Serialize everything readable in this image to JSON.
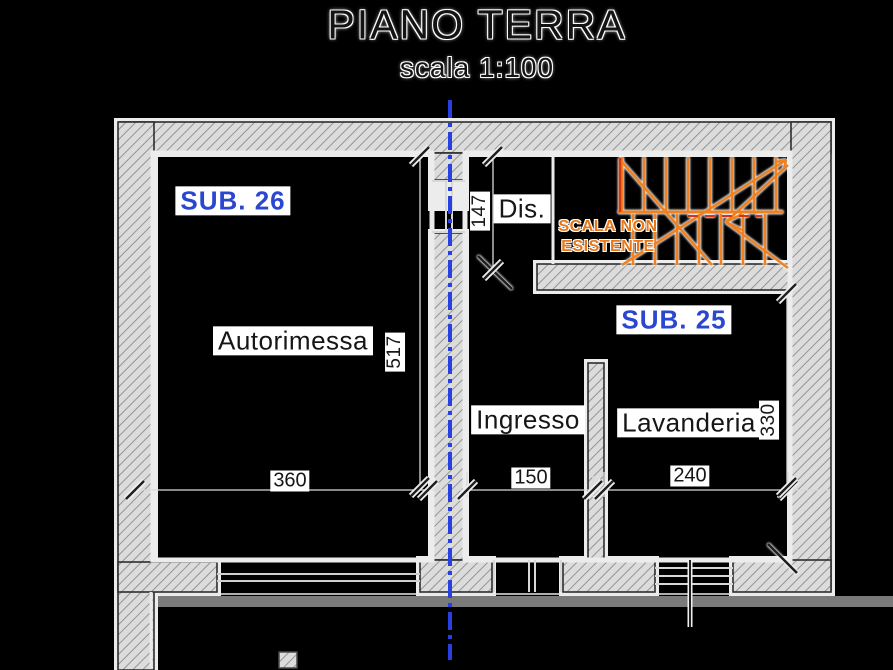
{
  "title": "PIANO TERRA",
  "subtitle": "scala 1:100",
  "rooms": {
    "sub26": "SUB. 26",
    "autorimessa": "Autorimessa",
    "dis": "Dis.",
    "sub25": "SUB. 25",
    "ingresso": "Ingresso",
    "lavanderia": "Lavanderia"
  },
  "annotations": {
    "scala_non_line1": "SCALA NON",
    "scala_non_line2": "ESISTENTE"
  },
  "dimensions": {
    "autorimessa_width": "360",
    "ingresso_width": "150",
    "lavanderia_width": "240",
    "dis_depth": "147",
    "autorimessa_depth": "517",
    "lavanderia_depth": "330"
  },
  "colors": {
    "section_line_blue": "#2541e0",
    "sub_label_blue": "#2b46cf",
    "stair_orange": "#ef8122",
    "stair_red_accent": "#d8340f",
    "wall_hatch_gray": "#dcdcdc",
    "ground_gray": "#7a7a7a"
  }
}
